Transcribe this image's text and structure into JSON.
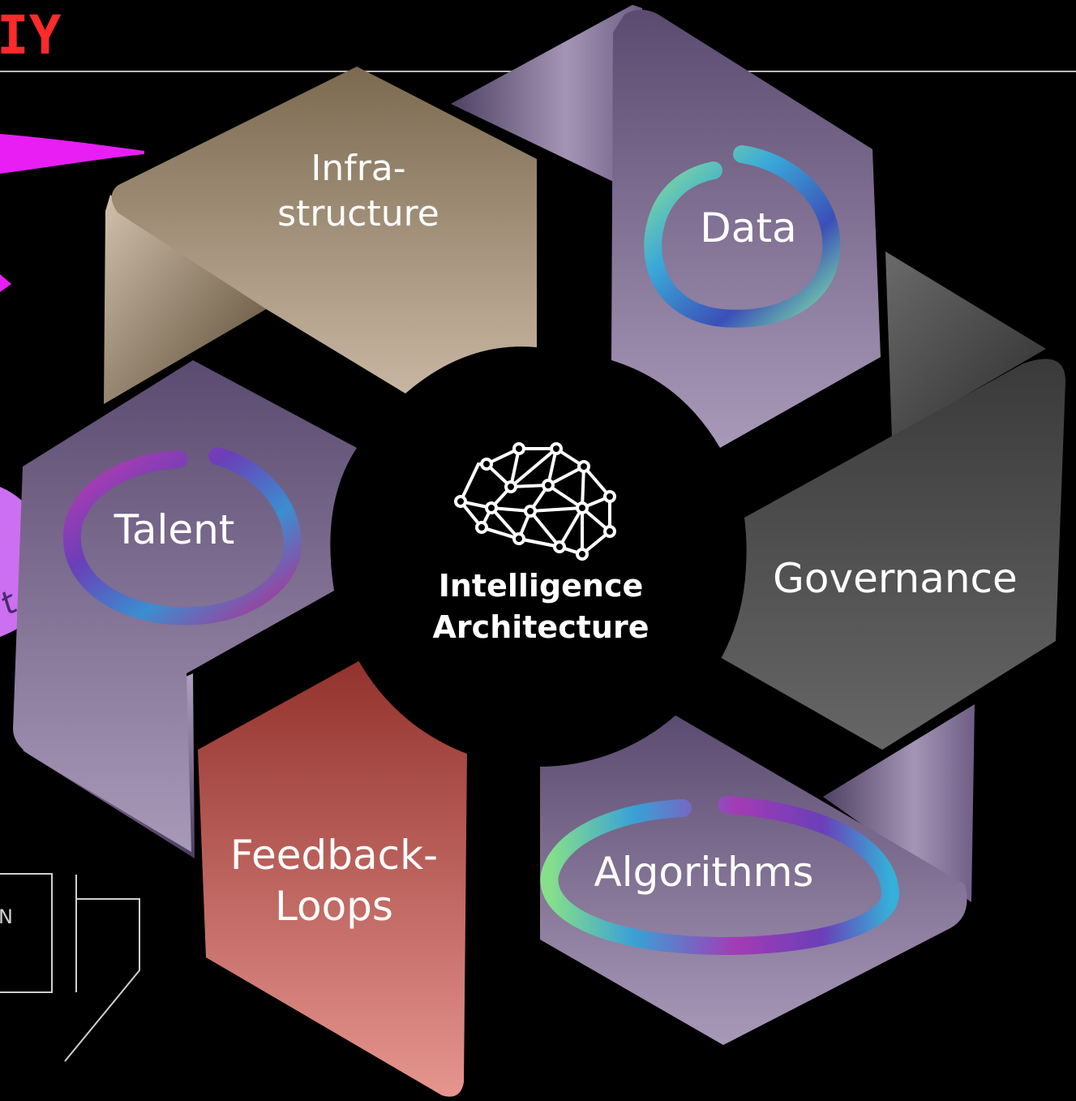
{
  "header": {
    "title_fragment": "IY",
    "title_color": "#ff2a2a"
  },
  "center": {
    "line1": "Intelligence",
    "line2": "Architecture",
    "icon": "brain-network-icon"
  },
  "segments": [
    {
      "id": "infrastructure",
      "line1": "Infra-",
      "line2": "structure",
      "circled": false
    },
    {
      "id": "data",
      "line1": "Data",
      "circled": true
    },
    {
      "id": "governance",
      "line1": "Governance",
      "circled": false
    },
    {
      "id": "algorithms",
      "line1": "Algorithms",
      "circled": true
    },
    {
      "id": "feedback",
      "line1": "Feedback-",
      "line2": "Loops",
      "circled": false
    },
    {
      "id": "talent",
      "line1": "Talent",
      "circled": true
    }
  ],
  "side": {
    "partial_text": "t...",
    "box_letter": "N"
  },
  "colors": {
    "infrastructure_top": "#7b6a50",
    "infrastructure_bottom": "#c6b4a0",
    "purple_top": "#5e4e72",
    "purple_bottom": "#a898b8",
    "governance_top": "#3e3e3e",
    "governance_bottom": "#636363",
    "feedback_top": "#963530",
    "feedback_bottom": "#e3928c",
    "magenta": "#e81ef4",
    "violet": "#cc6ff0"
  }
}
